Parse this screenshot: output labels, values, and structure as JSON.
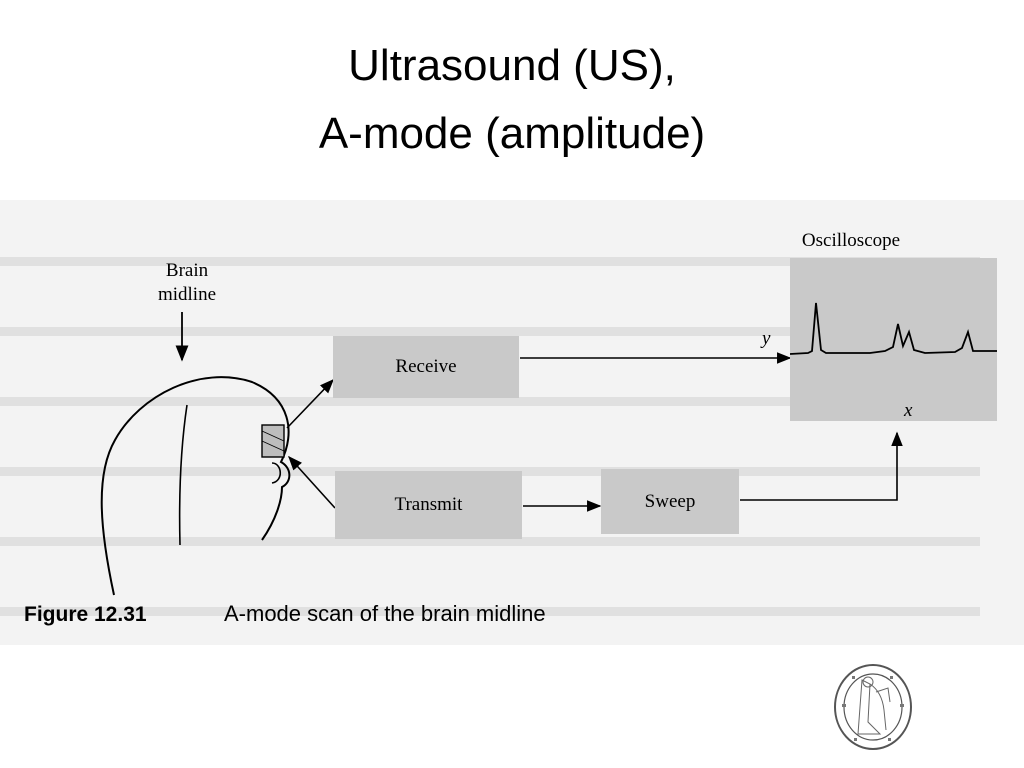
{
  "title": {
    "line1": "Ultrasound (US),",
    "line2": "A-mode (amplitude)"
  },
  "diagram": {
    "brain_label_1": "Brain",
    "brain_label_2": "midline",
    "receive": "Receive",
    "transmit": "Transmit",
    "sweep": "Sweep",
    "oscilloscope": "Oscilloscope",
    "y_axis": "y",
    "x_axis": "x",
    "figure_number": "Figure 12.31",
    "caption": "A-mode scan of the brain midline"
  },
  "colors": {
    "box_fill": "#c9c9c9",
    "figure_bg": "#f3f3f3",
    "seal_ink": "#555555"
  },
  "icons": {
    "seal": "university-seal-icon"
  }
}
